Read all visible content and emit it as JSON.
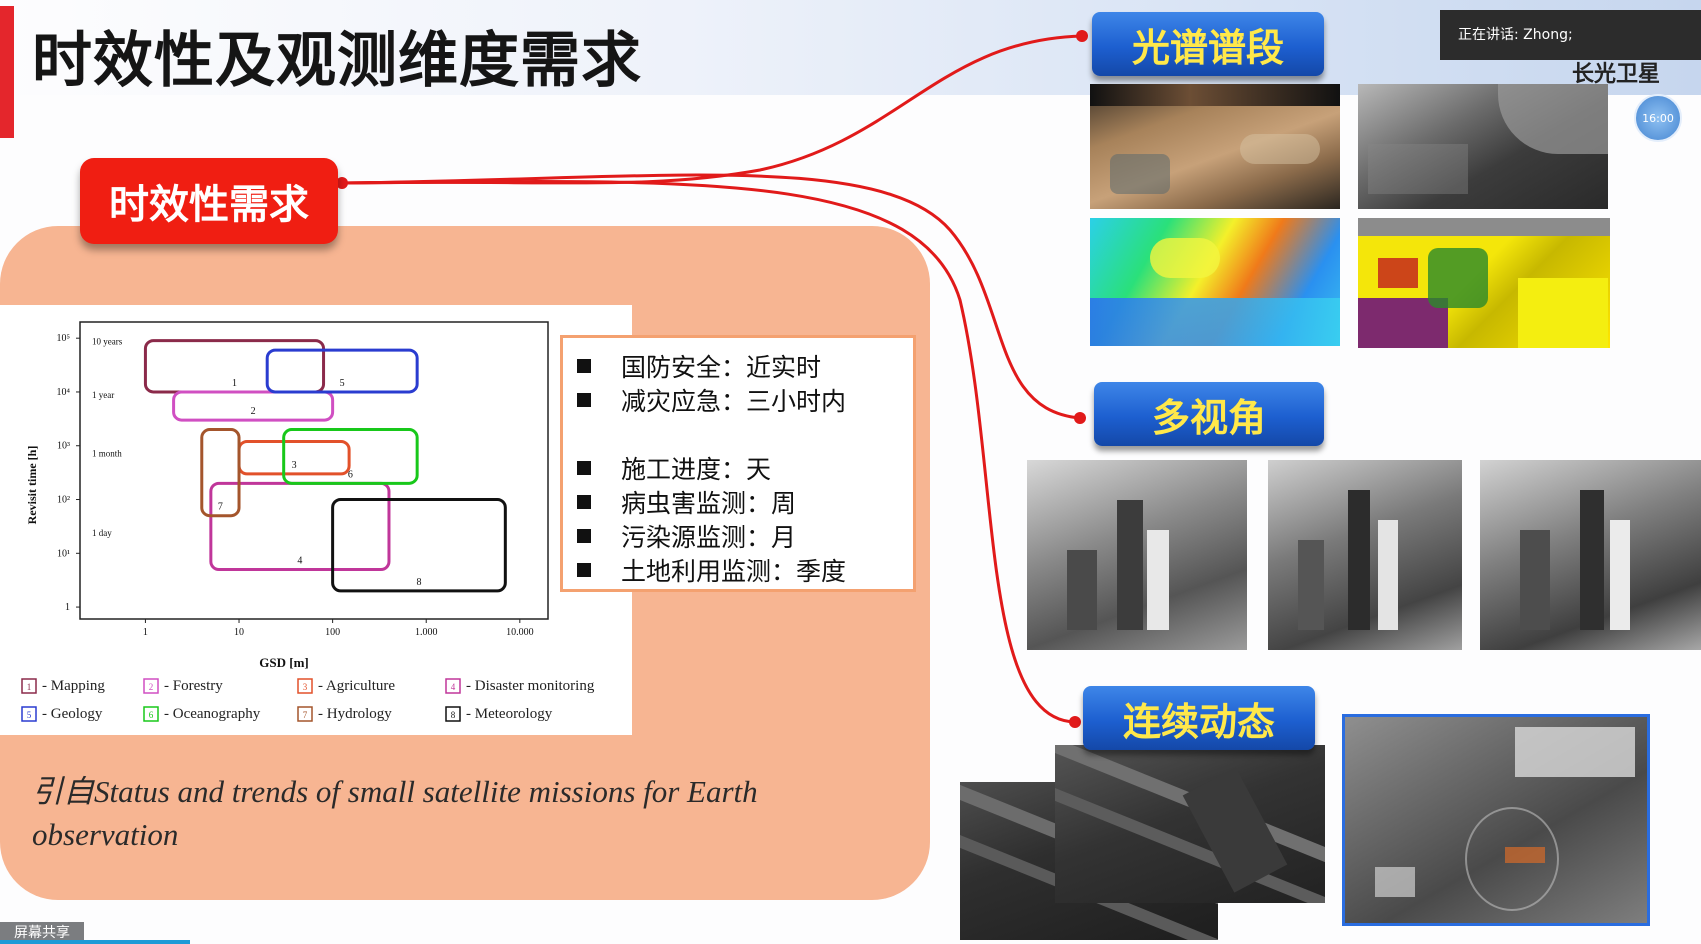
{
  "slide": {
    "title": "时效性及观测维度需求",
    "requirement_label": "时效性需求",
    "citation": "引自Status and trends of small satellite missions for Earth observation"
  },
  "chart_data": {
    "type": "diagram",
    "ylabel": "Revisit time [h]",
    "xlabel": "GSD [m]",
    "x_ticks": [
      "1",
      "10",
      "100",
      "1.000",
      "10.000"
    ],
    "y_ticks": [
      "10⁵",
      "10⁴",
      "10³",
      "10²",
      "10¹",
      "1"
    ],
    "y_annotations": [
      "10 years",
      "1 year",
      "1 month",
      "1 day"
    ],
    "regions": [
      {
        "id": "1",
        "label": "Mapping",
        "color": "#8b2a4a",
        "gsd": [
          1,
          80
        ],
        "revisit_h": [
          10000,
          90000
        ]
      },
      {
        "id": "2",
        "label": "Forestry",
        "color": "#d04fc2",
        "gsd": [
          2,
          100
        ],
        "revisit_h": [
          3000,
          10000
        ]
      },
      {
        "id": "3",
        "label": "Agriculture",
        "color": "#e2512a",
        "gsd": [
          10,
          150
        ],
        "revisit_h": [
          300,
          1200
        ]
      },
      {
        "id": "4",
        "label": "Disaster monitoring",
        "color": "#c0369a",
        "gsd": [
          5,
          400
        ],
        "revisit_h": [
          5,
          200
        ]
      },
      {
        "id": "5",
        "label": "Geology",
        "color": "#2a3cd0",
        "gsd": [
          20,
          800
        ],
        "revisit_h": [
          10000,
          60000
        ]
      },
      {
        "id": "6",
        "label": "Oceanography",
        "color": "#18c81a",
        "gsd": [
          30,
          800
        ],
        "revisit_h": [
          200,
          2000
        ]
      },
      {
        "id": "7",
        "label": "Hydrology",
        "color": "#a4552c",
        "gsd": [
          4,
          10
        ],
        "revisit_h": [
          50,
          2000
        ]
      },
      {
        "id": "8",
        "label": "Meteorology",
        "color": "#111111",
        "gsd": [
          100,
          7000
        ],
        "revisit_h": [
          2,
          100
        ]
      }
    ]
  },
  "bullets": [
    "国防安全：近实时",
    "减灾应急：三小时内",
    "施工进度：天",
    "病虫害监测：周",
    "污染源监测：月",
    "土地利用监测：季度"
  ],
  "dimensions": {
    "spectral": "光谱谱段",
    "multiview": "多视角",
    "continuous": "连续动态"
  },
  "overlay": {
    "speaker": "正在讲话: Zhong;",
    "brand": "长光卫星",
    "time": "16:00",
    "share": "屏幕共享"
  },
  "colors": {
    "accent_red": "#e4262c",
    "panel_orange": "#f7b592",
    "label_blue": "#1d5fd0",
    "label_text_yellow": "#ffe84a",
    "connector_red": "#e11a1a"
  }
}
